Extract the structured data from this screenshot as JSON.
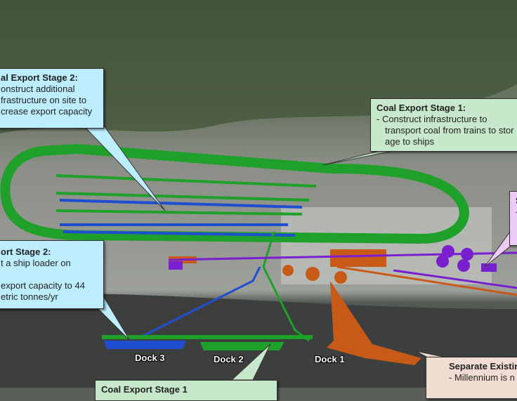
{
  "colors": {
    "stage1": "#1fa02a",
    "stage2": "#1f4fd0",
    "existing": "#c85a18",
    "other": "#7a1fd0"
  },
  "callouts": {
    "stage2_site": {
      "title": "al Export Stage 2:",
      "lines": [
        "onstruct additional",
        "frastructure on site to",
        "crease export capacity"
      ]
    },
    "stage2_loader": {
      "title": "ort Stage 2:",
      "lines": [
        "t a ship loader on",
        "",
        "export capacity to 44",
        "etric tonnes/yr"
      ]
    },
    "stage1_top": {
      "title": "Coal Export Stage 1:",
      "lines": [
        "-  Construct infrastructure to",
        "transport coal from trains to stor",
        "age to ships"
      ]
    },
    "purple": {
      "title": "S",
      "lines": [
        "-"
      ]
    },
    "stage1_bottom": {
      "title": "Coal Export Stage 1"
    },
    "existing": {
      "title": "Separate Existin",
      "lines": [
        "-  Millennium is n"
      ]
    }
  },
  "docks": [
    "Dock 3",
    "Dock 2",
    "Dock 1"
  ]
}
